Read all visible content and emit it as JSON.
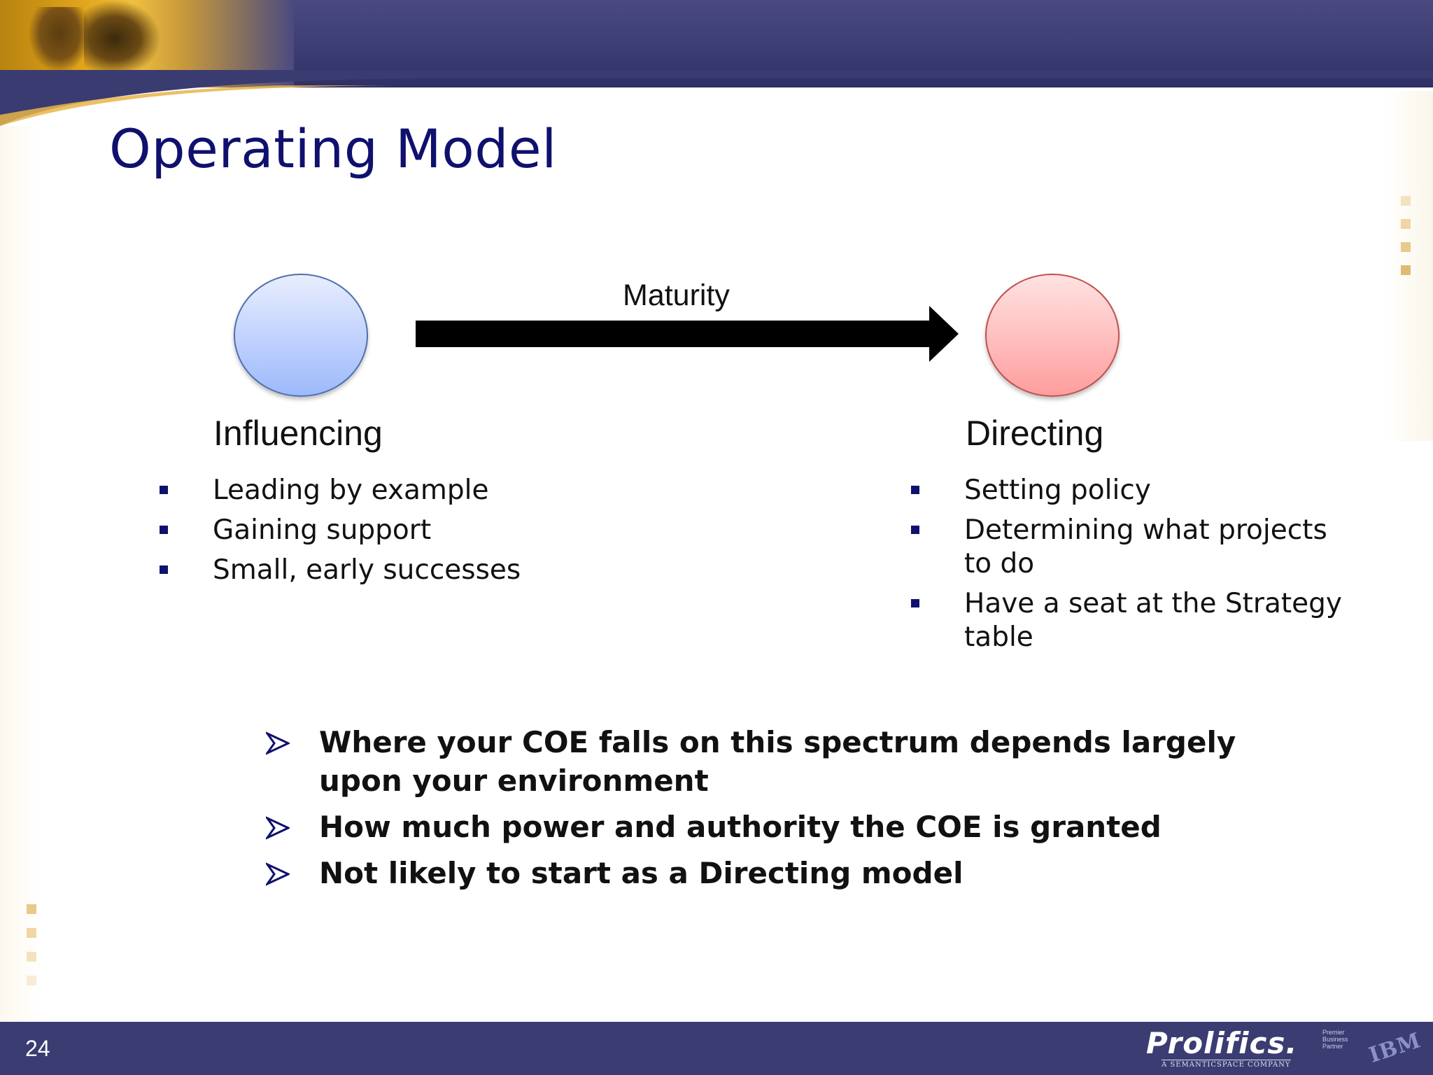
{
  "slide": {
    "title": "Operating Model",
    "page_number": "24"
  },
  "diagram": {
    "arrow_label": "Maturity",
    "left": {
      "heading": "Influencing",
      "color": "#a8c2fc",
      "bullets": [
        "Leading by example",
        "Gaining support",
        "Small, early successes"
      ]
    },
    "right": {
      "heading": "Directing",
      "color": "#ffb0b0",
      "bullets": [
        "Setting policy",
        "Determining what projects to do",
        "Have a seat at the Strategy table"
      ]
    }
  },
  "key_points": [
    "Where your COE falls on this spectrum depends largely upon your environment",
    "How much power and authority the COE is granted",
    "Not likely to start as a Directing model"
  ],
  "footer": {
    "brand": "Prolifics.",
    "brand_tagline": "A SEMANTICSPACE COMPANY",
    "partner_text": "Premier Business Partner",
    "partner_logo": "IBM"
  },
  "colors": {
    "header": "#3c3d73",
    "title": "#10106e",
    "bullet": "#10106e"
  }
}
